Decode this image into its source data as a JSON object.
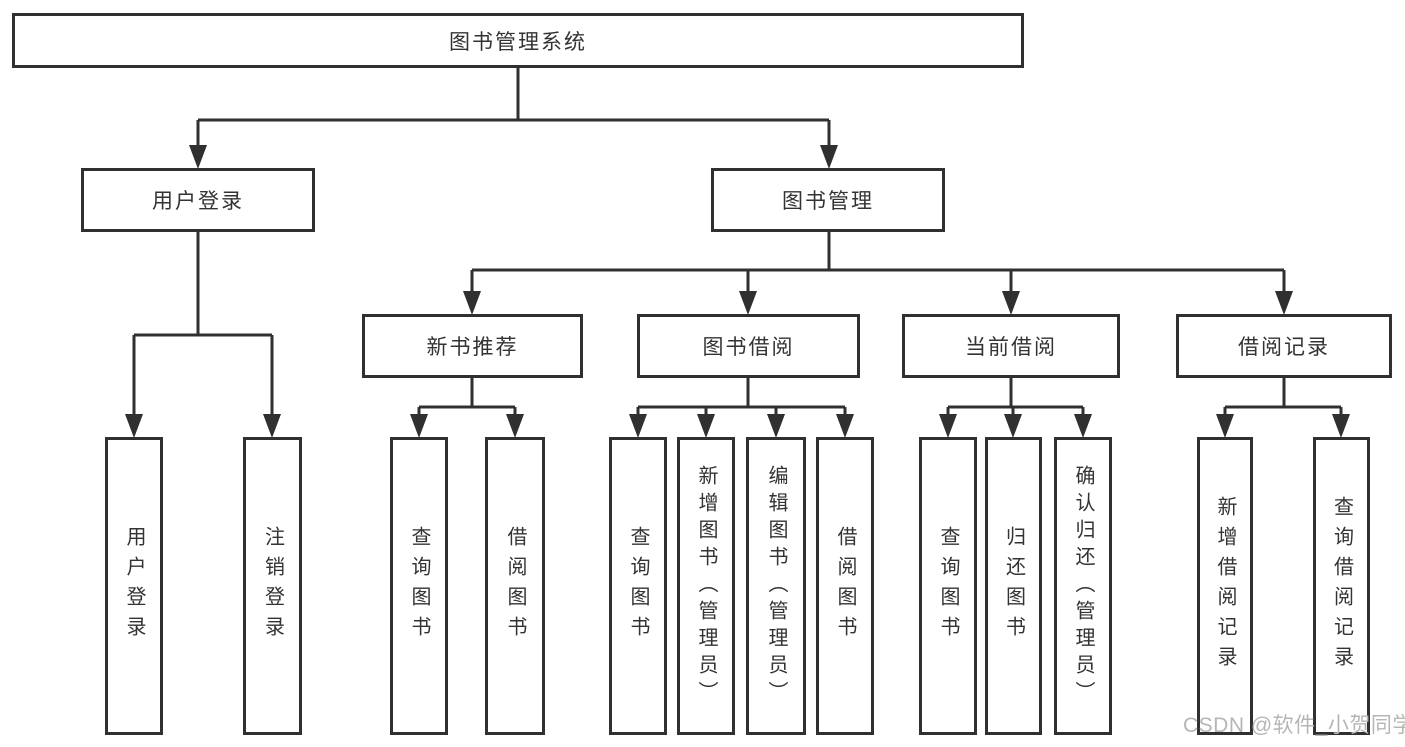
{
  "diagram": {
    "title": "图书管理系统",
    "type": "hierarchy-tree",
    "watermark": "CSDN @软件_小贺同学"
  },
  "colors": {
    "line": "#303030",
    "text": "#333333",
    "watermark": "#b6b6b6",
    "background": "#ffffff"
  },
  "nodes": [
    {
      "id": "root",
      "level": 1,
      "label": "图书管理系统"
    },
    {
      "id": "user-login",
      "level": 2,
      "label": "用户登录"
    },
    {
      "id": "book-management",
      "level": 2,
      "label": "图书管理"
    },
    {
      "id": "new-book-recommend",
      "level": 3,
      "label": "新书推荐"
    },
    {
      "id": "book-borrow",
      "level": 3,
      "label": "图书借阅"
    },
    {
      "id": "current-borrow",
      "level": 3,
      "label": "当前借阅"
    },
    {
      "id": "borrow-records",
      "level": 3,
      "label": "借阅记录"
    },
    {
      "id": "leaf-user-login",
      "level": 4,
      "label": "用户登录"
    },
    {
      "id": "leaf-logout",
      "level": 4,
      "label": "注销登录"
    },
    {
      "id": "leaf-query-book-1",
      "level": 4,
      "label": "查询图书"
    },
    {
      "id": "leaf-borrow-book-1",
      "level": 4,
      "label": "借阅图书"
    },
    {
      "id": "leaf-query-book-2",
      "level": 4,
      "label": "查询图书"
    },
    {
      "id": "leaf-add-book-admin",
      "level": 4,
      "label": "新增图书（管理员）"
    },
    {
      "id": "leaf-edit-book-admin",
      "level": 4,
      "label": "编辑图书（管理员）"
    },
    {
      "id": "leaf-borrow-book-2",
      "level": 4,
      "label": "借阅图书"
    },
    {
      "id": "leaf-query-book-3",
      "level": 4,
      "label": "查询图书"
    },
    {
      "id": "leaf-return-book",
      "level": 4,
      "label": "归还图书"
    },
    {
      "id": "leaf-confirm-return-admin",
      "level": 4,
      "label": "确认归还（管理员）"
    },
    {
      "id": "leaf-add-borrow-record",
      "level": 4,
      "label": "新增借阅记录"
    },
    {
      "id": "leaf-query-borrow-record",
      "level": 4,
      "label": "查询借阅记录"
    }
  ],
  "hierarchy": {
    "图书管理系统": [
      "用户登录",
      "图书管理"
    ],
    "用户登录": [
      "用户登录",
      "注销登录"
    ],
    "图书管理": [
      "新书推荐",
      "图书借阅",
      "当前借阅",
      "借阅记录"
    ],
    "新书推荐": [
      "查询图书",
      "借阅图书"
    ],
    "图书借阅": [
      "查询图书",
      "新增图书（管理员）",
      "编辑图书（管理员）",
      "借阅图书"
    ],
    "当前借阅": [
      "查询图书",
      "归还图书",
      "确认归还（管理员）"
    ],
    "借阅记录": [
      "新增借阅记录",
      "查询借阅记录"
    ]
  }
}
